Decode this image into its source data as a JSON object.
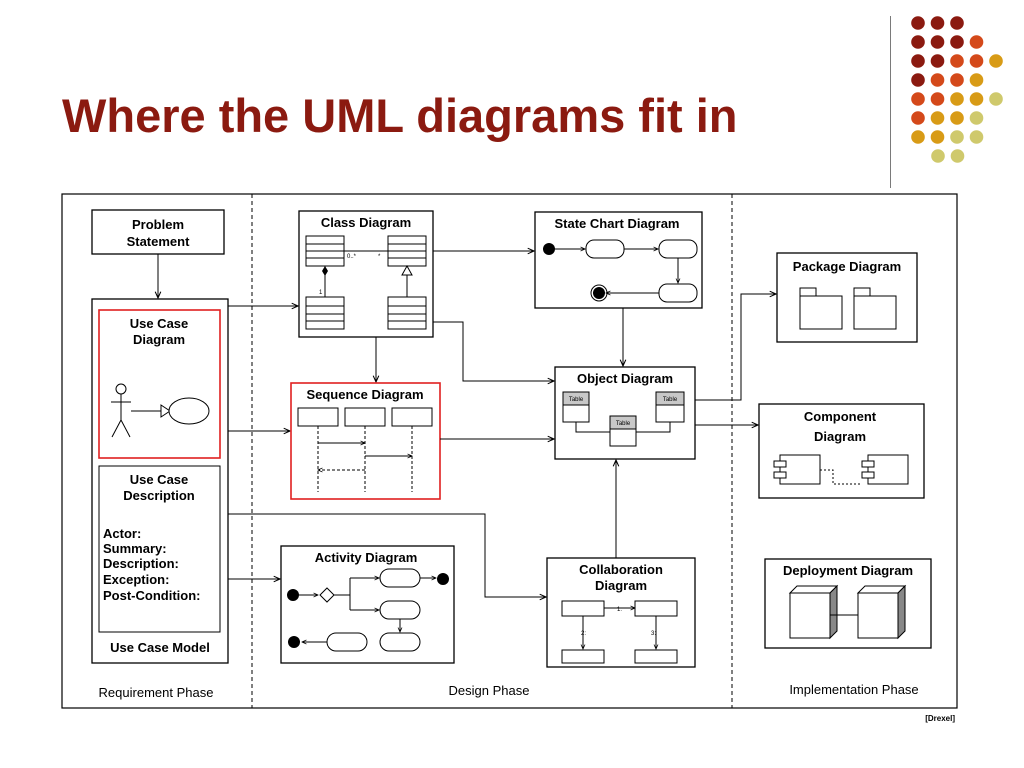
{
  "slide": {
    "title": "Where the UML diagrams fit in",
    "credit": "[Drexel]"
  },
  "colors": {
    "title": "#8b1a10",
    "dots": [
      "#8b1a10",
      "#d4491a",
      "#d89b16",
      "#cfc96c"
    ],
    "highlight_border": "#e02020"
  },
  "phases": {
    "requirement": "Requirement Phase",
    "design": "Design Phase",
    "implementation": "Implementation Phase"
  },
  "nodes": {
    "problem_statement": [
      "Problem",
      "Statement"
    ],
    "use_case_diagram": [
      "Use Case",
      "Diagram"
    ],
    "use_case_description": [
      "Use Case",
      "Description"
    ],
    "use_case_fields": [
      "Actor:",
      "Summary:",
      "Description:",
      "Exception:",
      "Post-Condition:"
    ],
    "use_case_model": "Use Case Model",
    "class_diagram": "Class  Diagram",
    "state_chart_diagram": "State Chart  Diagram",
    "sequence_diagram": "Sequence  Diagram",
    "object_diagram": "Object  Diagram",
    "activity_diagram": "Activity  Diagram",
    "collaboration_diagram": [
      "Collaboration",
      "Diagram"
    ],
    "package_diagram": "Package  Diagram",
    "component_diagram": [
      "Component",
      "Diagram"
    ],
    "deployment_diagram": "Deployment  Diagram"
  },
  "thumbnail_labels": {
    "table": "Table",
    "multiplicity_left": "0..*",
    "multiplicity_right": "*",
    "multiplicity_bottom": "1",
    "msg1": "1:",
    "msg2": "2:",
    "msg3": "3:"
  }
}
